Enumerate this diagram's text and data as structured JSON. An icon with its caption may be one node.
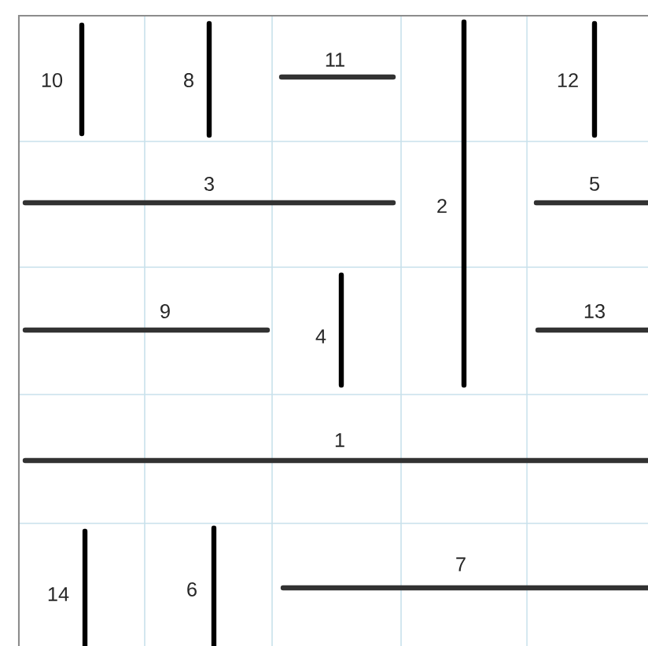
{
  "diagram": {
    "labels": [
      "10",
      "8",
      "11",
      "12",
      "3",
      "2",
      "5",
      "9",
      "4",
      "13",
      "1",
      "14",
      "6",
      "7"
    ]
  }
}
